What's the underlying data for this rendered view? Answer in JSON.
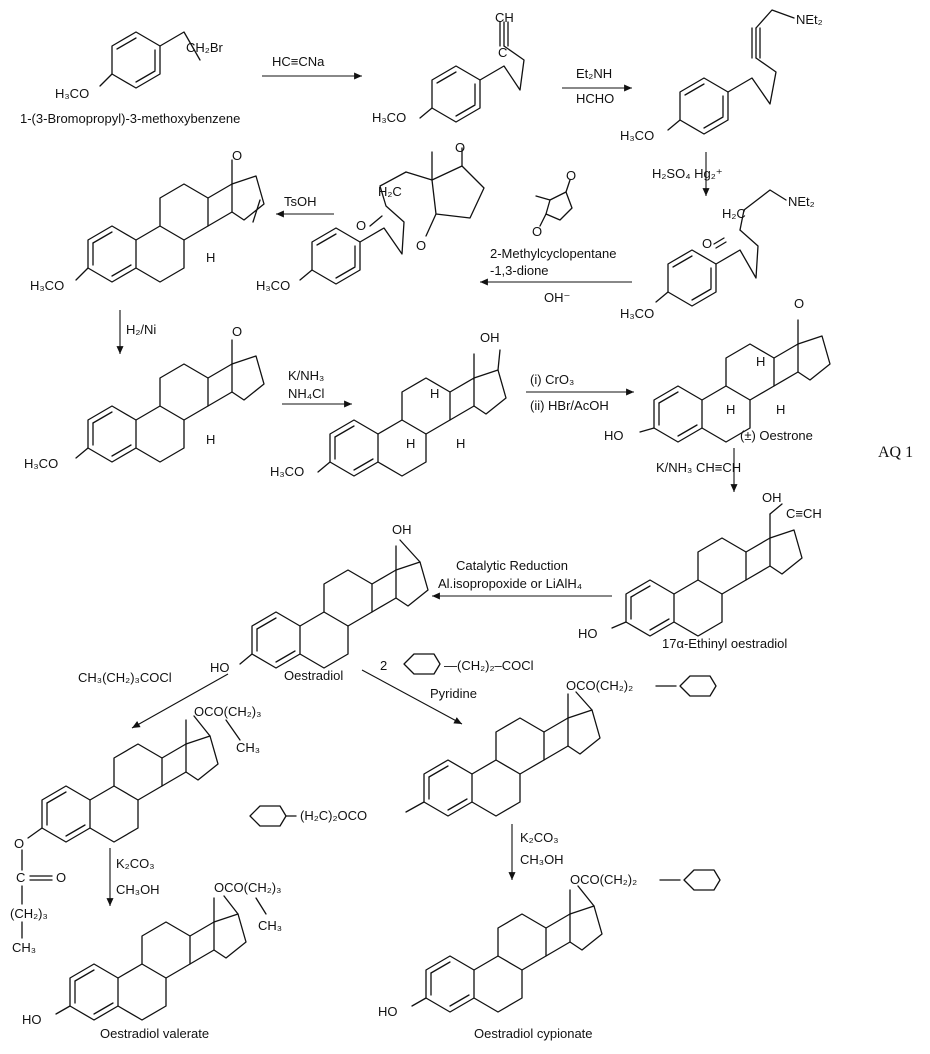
{
  "side_label": "AQ 1",
  "molecules": {
    "m1": {
      "name": "1-(3-Bromopropyl)-3-methoxybenzene",
      "substituent": "CH₂Br",
      "ome": "H₃CO"
    },
    "m2": {
      "ome": "H₃CO",
      "ch": "CH",
      "c": "C"
    },
    "m3": {
      "ome": "H₃CO",
      "net2": "NEt₂"
    },
    "m4": {
      "ome": "H₃CO",
      "net2": "NEt₂",
      "h2c": "H₂C",
      "o": "O"
    },
    "m5": {
      "ome": "H₃CO",
      "h2c": "H₂C",
      "o1": "O",
      "o2": "O",
      "o3": "O"
    },
    "m6": {
      "ome": "H₃CO",
      "o": "O",
      "h": "H"
    },
    "m7": {
      "ome": "H₃CO",
      "o": "O",
      "h": "H"
    },
    "m8": {
      "ome": "H₃CO",
      "oh": "OH",
      "h1": "H",
      "h2": "H",
      "h3": "H"
    },
    "m9": {
      "name": "(±) Oestrone",
      "ho": "HO",
      "o": "O",
      "h1": "H",
      "h2": "H",
      "h3": "H"
    },
    "m10": {
      "name": "17α-Ethinyl oestradiol",
      "ho": "HO",
      "oh": "OH",
      "alkyne": "C≡CH"
    },
    "m11": {
      "name": "Oestradiol",
      "ho": "HO",
      "oh": "OH"
    },
    "m12": {
      "ester17": "OCO(CH₂)₃",
      "ch3": "CH₃",
      "o3": "O",
      "c": "C",
      "co": "O",
      "chain": "(CH₂)₃",
      "ch3b": "CH₃"
    },
    "m13": {
      "ester17": "OCO(CH₂)₂",
      "ester3": "(H₂C)₂OCO"
    },
    "m14": {
      "name": "Oestradiol valerate",
      "ho": "HO",
      "ester17": "OCO(CH₂)₃",
      "ch3": "CH₃"
    },
    "m15": {
      "name": "Oestradiol cypionate",
      "ho": "HO",
      "ester17": "OCO(CH₂)₂"
    }
  },
  "reagents": {
    "r1": "HC≡CNa",
    "r2a": "Et₂NH",
    "r2b": "HCHO",
    "r3": "H₂SO₄ Hg₂⁺",
    "r4a": "2-Methylcyclopentane",
    "r4b": "-1,3-dione",
    "r4c": "OH⁻",
    "r5": "TsOH",
    "r6": "H₂/Ni",
    "r7a": "K/NH₃",
    "r7b": "NH₄Cl",
    "r8a": "(i) CrO₃",
    "r8b": "(ii) HBr/AcOH",
    "r9": "K/NH₃ CH≡CH",
    "r10a": "Catalytic Reduction",
    "r10b": "Al.isopropoxide or LiAlH₄",
    "r11": "CH₃(CH₂)₃COCl",
    "r12a": "—(CH₂)₂–COCl",
    "r12b": "Pyridine",
    "r12n": "2",
    "r13a": "K₂CO₃",
    "r13b": "CH₃OH",
    "r14a": "K₂CO₃",
    "r14b": "CH₃OH"
  }
}
